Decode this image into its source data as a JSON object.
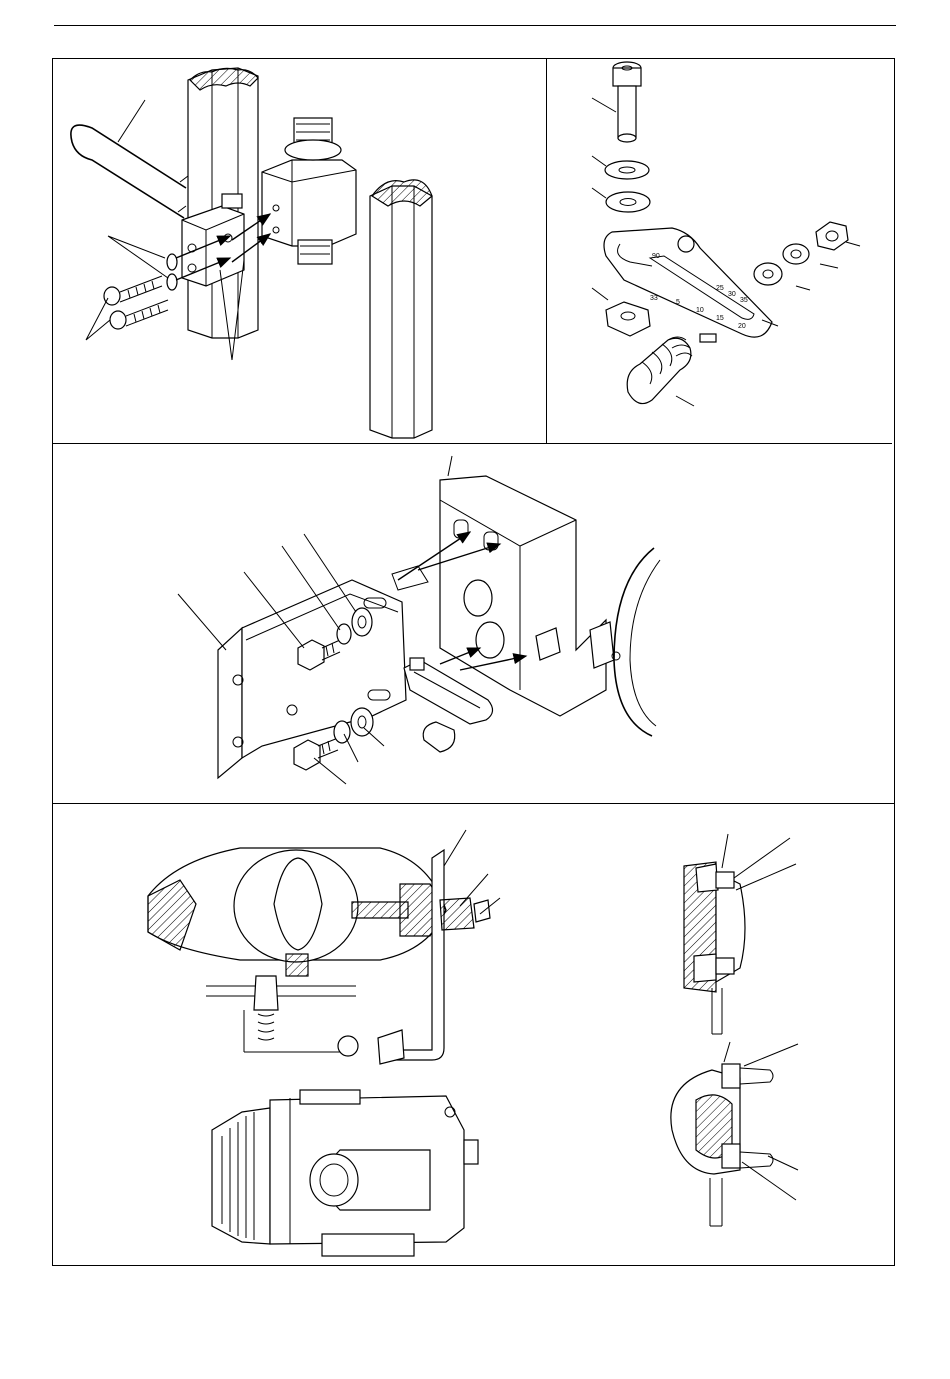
{
  "figures": {
    "mounting_plate_scale": {
      "scale_labels": [
        "90",
        "25",
        "30",
        "35",
        "33",
        "5",
        "10",
        "15",
        "20"
      ]
    }
  },
  "colors": {
    "ink": "#000000",
    "paper": "#ffffff"
  },
  "icons": [
    "arrow-icon",
    "bolt-icon",
    "washer-icon",
    "nut-icon"
  ]
}
